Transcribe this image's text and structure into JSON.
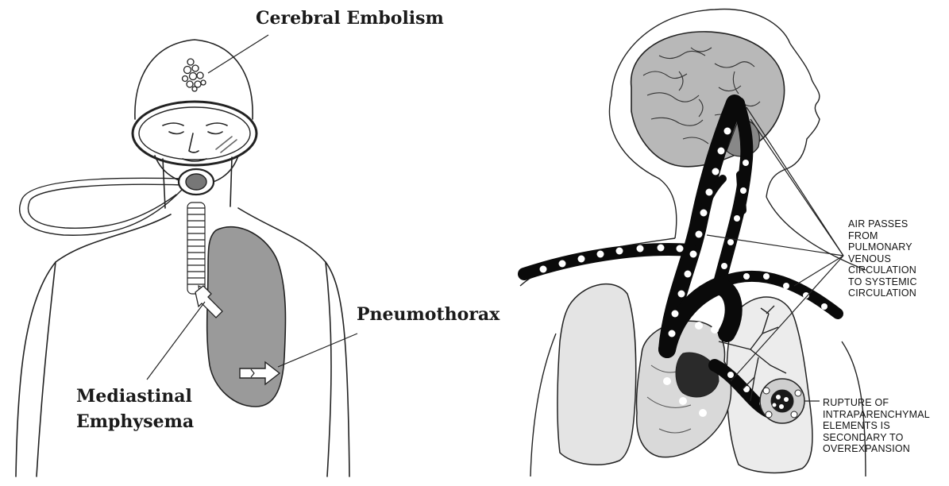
{
  "left_panel": {
    "labels": {
      "cerebral_embolism": "Cerebral Embolism",
      "pneumothorax": "Pneumothorax",
      "mediastinal_line1": "Mediastinal",
      "mediastinal_line2": "Emphysema"
    }
  },
  "right_panel": {
    "air_passes_lines": [
      "AIR PASSES",
      "FROM",
      "PULMONARY",
      "VENOUS",
      "CIRCULATION",
      "TO SYSTEMIC",
      "CIRCULATION"
    ],
    "rupture_lines": [
      "RUPTURE OF",
      "INTRAPARENCHYMAL",
      "ELEMENTS IS",
      "SECONDARY TO",
      "OVEREXPANSION"
    ]
  },
  "colors": {
    "line": "#222222",
    "lung_fill": "#9a9a9a",
    "vessel": "#0a0a0a",
    "light_fill": "#e4e4e4"
  }
}
